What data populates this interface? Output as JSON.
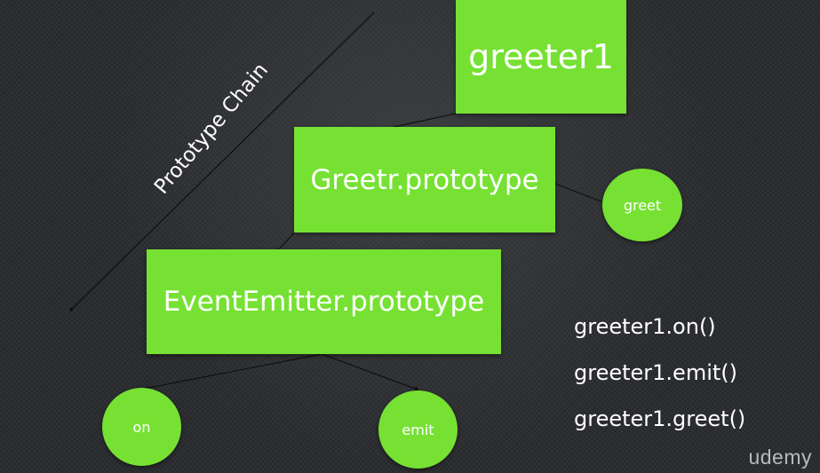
{
  "diagram": {
    "prototype_chain_label": "Prototype Chain",
    "boxes": {
      "greeter1": "greeter1",
      "greetr_prototype": "Greetr.prototype",
      "eventemitter_prototype": "EventEmitter.prototype"
    },
    "methods": {
      "greet": "greet",
      "on": "on",
      "emit": "emit"
    },
    "calls": [
      "greeter1.on()",
      "greeter1.emit()",
      "greeter1.greet()"
    ],
    "brand": "udemy",
    "colors": {
      "box_fill": "#76e133",
      "background": "#2b2d30",
      "text": "#ffffff"
    }
  }
}
